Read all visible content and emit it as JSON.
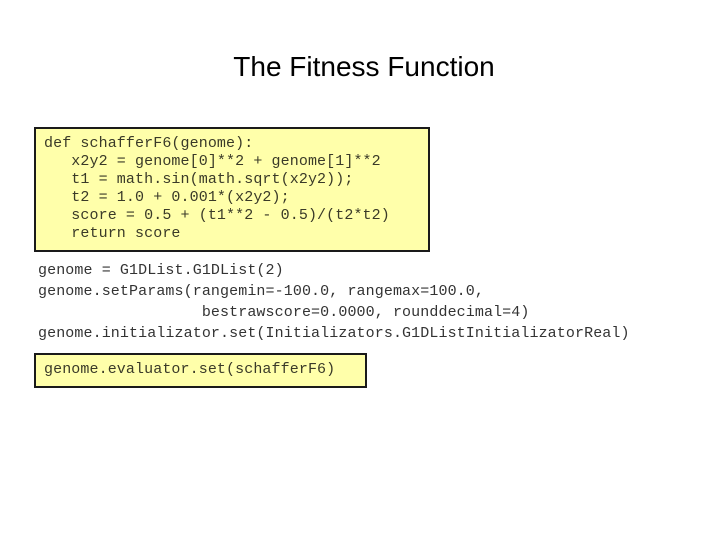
{
  "slide": {
    "title": "The Fitness Function",
    "background_color": "#ffffff",
    "text_color": "#333333",
    "highlight_fill": "#ffffaa",
    "highlight_border": "#1a1a1a"
  },
  "fitness_function_box": {
    "language": "python",
    "lines": [
      "def schafferF6(genome):",
      "   x2y2 = genome[0]**2 + genome[1]**2",
      "   t1 = math.sin(math.sqrt(x2y2));",
      "   t2 = 1.0 + 0.001*(x2y2);",
      "   score = 0.5 + (t1**2 - 0.5)/(t2*t2)",
      "   return score"
    ]
  },
  "setup_code_block": {
    "language": "python",
    "lines": [
      "genome = G1DList.G1DList(2)",
      "genome.setParams(rangemin=-100.0, rangemax=100.0,",
      "                  bestrawscore=0.0000, rounddecimal=4)",
      "genome.initializator.set(Initializators.G1DListInitializatorReal)"
    ]
  },
  "evaluator_box": {
    "language": "python",
    "lines": [
      "genome.evaluator.set(schafferF6)"
    ]
  }
}
